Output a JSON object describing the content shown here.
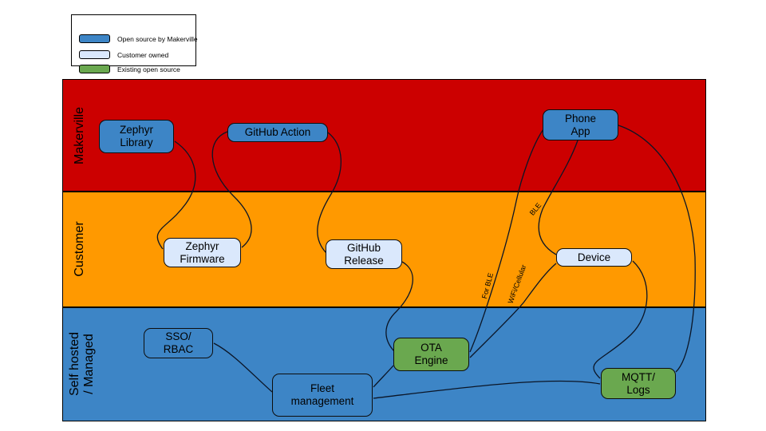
{
  "legend": {
    "items": [
      {
        "id": "open-source-makerville",
        "label": "Open source by Makerville",
        "color": "#3d85c6"
      },
      {
        "id": "customer-owned",
        "label": "Customer owned",
        "color": "#dae8fc"
      },
      {
        "id": "existing-open-source",
        "label": "Existing open source",
        "color": "#6aa84f"
      }
    ]
  },
  "bands": [
    {
      "id": "makerville",
      "label": "Makerville",
      "color": "#cc0000"
    },
    {
      "id": "customer",
      "label": "Customer",
      "color": "#ff9900"
    },
    {
      "id": "self-hosted",
      "label": "Self hosted\n/ Managed",
      "color": "#3d85c6"
    }
  ],
  "nodes": [
    {
      "id": "zephyr-library",
      "label": "Zephyr\nLibrary",
      "fill": "#3d85c6"
    },
    {
      "id": "github-action",
      "label": "GitHub Action",
      "fill": "#3d85c6"
    },
    {
      "id": "phone-app",
      "label": "Phone\nApp",
      "fill": "#3d85c6"
    },
    {
      "id": "zephyr-firmware",
      "label": "Zephyr\nFirmware",
      "fill": "#dae8fc"
    },
    {
      "id": "github-release",
      "label": "GitHub\nRelease",
      "fill": "#dae8fc"
    },
    {
      "id": "device",
      "label": "Device",
      "fill": "#dae8fc"
    },
    {
      "id": "sso-rbac",
      "label": "SSO/\nRBAC",
      "fill": "#3d85c6"
    },
    {
      "id": "ota-engine",
      "label": "OTA\nEngine",
      "fill": "#6aa84f"
    },
    {
      "id": "fleet-management",
      "label": "Fleet\nmanagement",
      "fill": "#3d85c6"
    },
    {
      "id": "mqtt-logs",
      "label": "MQTT/\nLogs",
      "fill": "#6aa84f"
    }
  ],
  "edges": [
    {
      "id": "zephyr-library-to-zephyr-firmware",
      "from": "zephyr-library",
      "to": "zephyr-firmware",
      "label": ""
    },
    {
      "id": "github-action-to-zephyr-firmware",
      "from": "github-action",
      "to": "zephyr-firmware",
      "label": ""
    },
    {
      "id": "github-action-to-github-release",
      "from": "github-action",
      "to": "github-release",
      "label": ""
    },
    {
      "id": "github-release-to-ota-engine",
      "from": "github-release",
      "to": "ota-engine",
      "label": ""
    },
    {
      "id": "ota-engine-to-phone-app",
      "from": "ota-engine",
      "to": "phone-app",
      "label": "For BLE"
    },
    {
      "id": "ota-engine-to-device",
      "from": "ota-engine",
      "to": "device",
      "label": "WiFi/Cellular"
    },
    {
      "id": "phone-app-to-device",
      "from": "phone-app",
      "to": "device",
      "label": "BLE"
    },
    {
      "id": "phone-app-to-mqtt-logs",
      "from": "phone-app",
      "to": "mqtt-logs",
      "label": ""
    },
    {
      "id": "device-to-mqtt-logs",
      "from": "device",
      "to": "mqtt-logs",
      "label": ""
    },
    {
      "id": "sso-rbac-to-fleet-management",
      "from": "sso-rbac",
      "to": "fleet-management",
      "label": ""
    },
    {
      "id": "fleet-management-to-ota-engine",
      "from": "fleet-management",
      "to": "ota-engine",
      "label": ""
    },
    {
      "id": "fleet-management-to-mqtt-logs",
      "from": "fleet-management",
      "to": "mqtt-logs",
      "label": ""
    }
  ]
}
